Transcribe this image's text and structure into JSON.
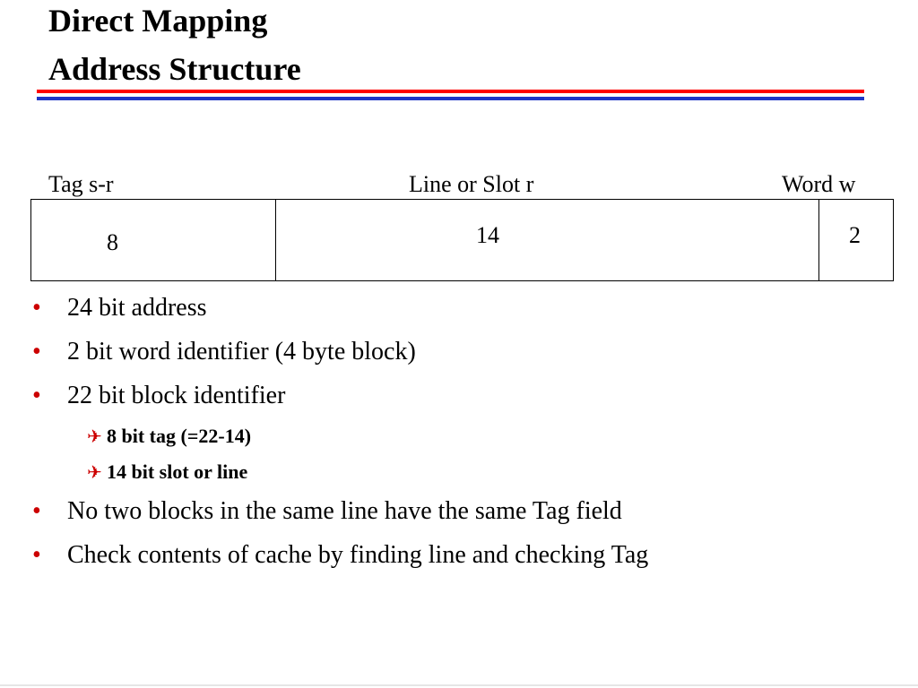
{
  "title": {
    "line1": "Direct Mapping",
    "line2": "Address Structure"
  },
  "address_fields": {
    "tag_label": "Tag  s-r",
    "line_label": "Line or Slot  r",
    "word_label": "Word  w",
    "tag_value": "8",
    "line_value": "14",
    "word_value": "2"
  },
  "bullets": [
    "24 bit address",
    "2 bit word identifier (4 byte block)",
    "22 bit block identifier",
    "No two blocks in the same line have the same Tag field",
    "Check contents of cache by finding line and checking Tag"
  ],
  "sub_bullets": [
    "8 bit tag (=22-14)",
    "14 bit slot or line"
  ],
  "colors": {
    "rule_red": "#ff0000",
    "rule_blue": "#1f36c6",
    "bullet_marker": "#cc0000"
  },
  "icons": {
    "bullet": "bullet-dot",
    "sub_bullet": "airplane-arrow-icon"
  }
}
